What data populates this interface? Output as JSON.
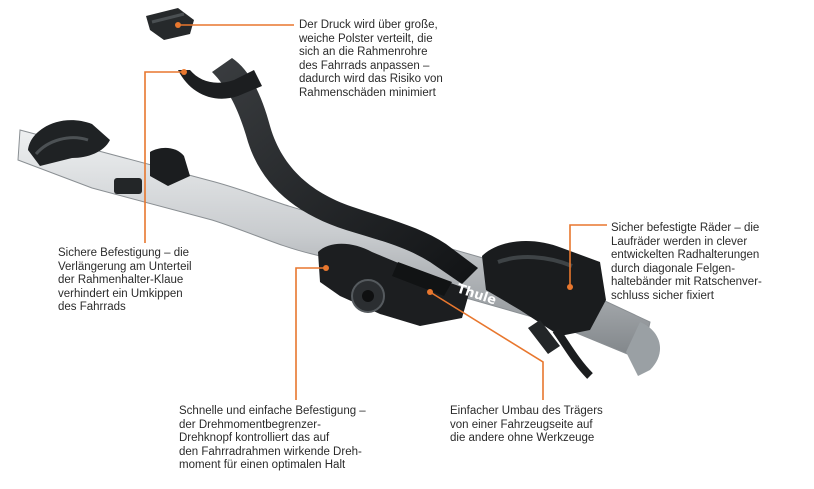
{
  "brand": {
    "logo_text": "Thule"
  },
  "colors": {
    "accent": "#e8772e",
    "text": "#2b2b2b",
    "frame": "#1d1f21",
    "rail": "#c8cbcd"
  },
  "callouts": [
    {
      "id": "frame-pads",
      "lines": [
        "Der Druck wird über große,",
        "weiche Polster verteilt, die",
        "sich an die Rahmenrohre",
        "des Fahrrads anpassen –",
        "dadurch wird das Risiko von",
        "Rahmenschäden minimiert"
      ]
    },
    {
      "id": "secure-attachment",
      "lines": [
        "Sichere Befestigung – die",
        "Verlängerung am Unterteil",
        "der Rahmenhalter-Klaue",
        "verhindert ein Umkippen",
        "des Fahrrads"
      ]
    },
    {
      "id": "wheel-straps",
      "lines": [
        "Sicher befestigte Räder – die",
        "Laufräder werden in clever",
        "entwickelten Radhalterungen",
        "durch diagonale Felgen-",
        "haltebänder mit Ratschenver-",
        "schluss sicher fixiert"
      ]
    },
    {
      "id": "torque-knob",
      "lines": [
        "Schnelle und einfache Befestigung –",
        "der Drehmomentbegrenzer-",
        "Drehknopf kontrolliert das auf",
        "den Fahrradrahmen wirkende Dreh-",
        "moment für einen optimalen Halt"
      ]
    },
    {
      "id": "side-switch",
      "lines": [
        "Einfacher Umbau des Trägers",
        "von einer Fahrzeugseite auf",
        "die andere ohne Werkzeuge"
      ]
    }
  ]
}
